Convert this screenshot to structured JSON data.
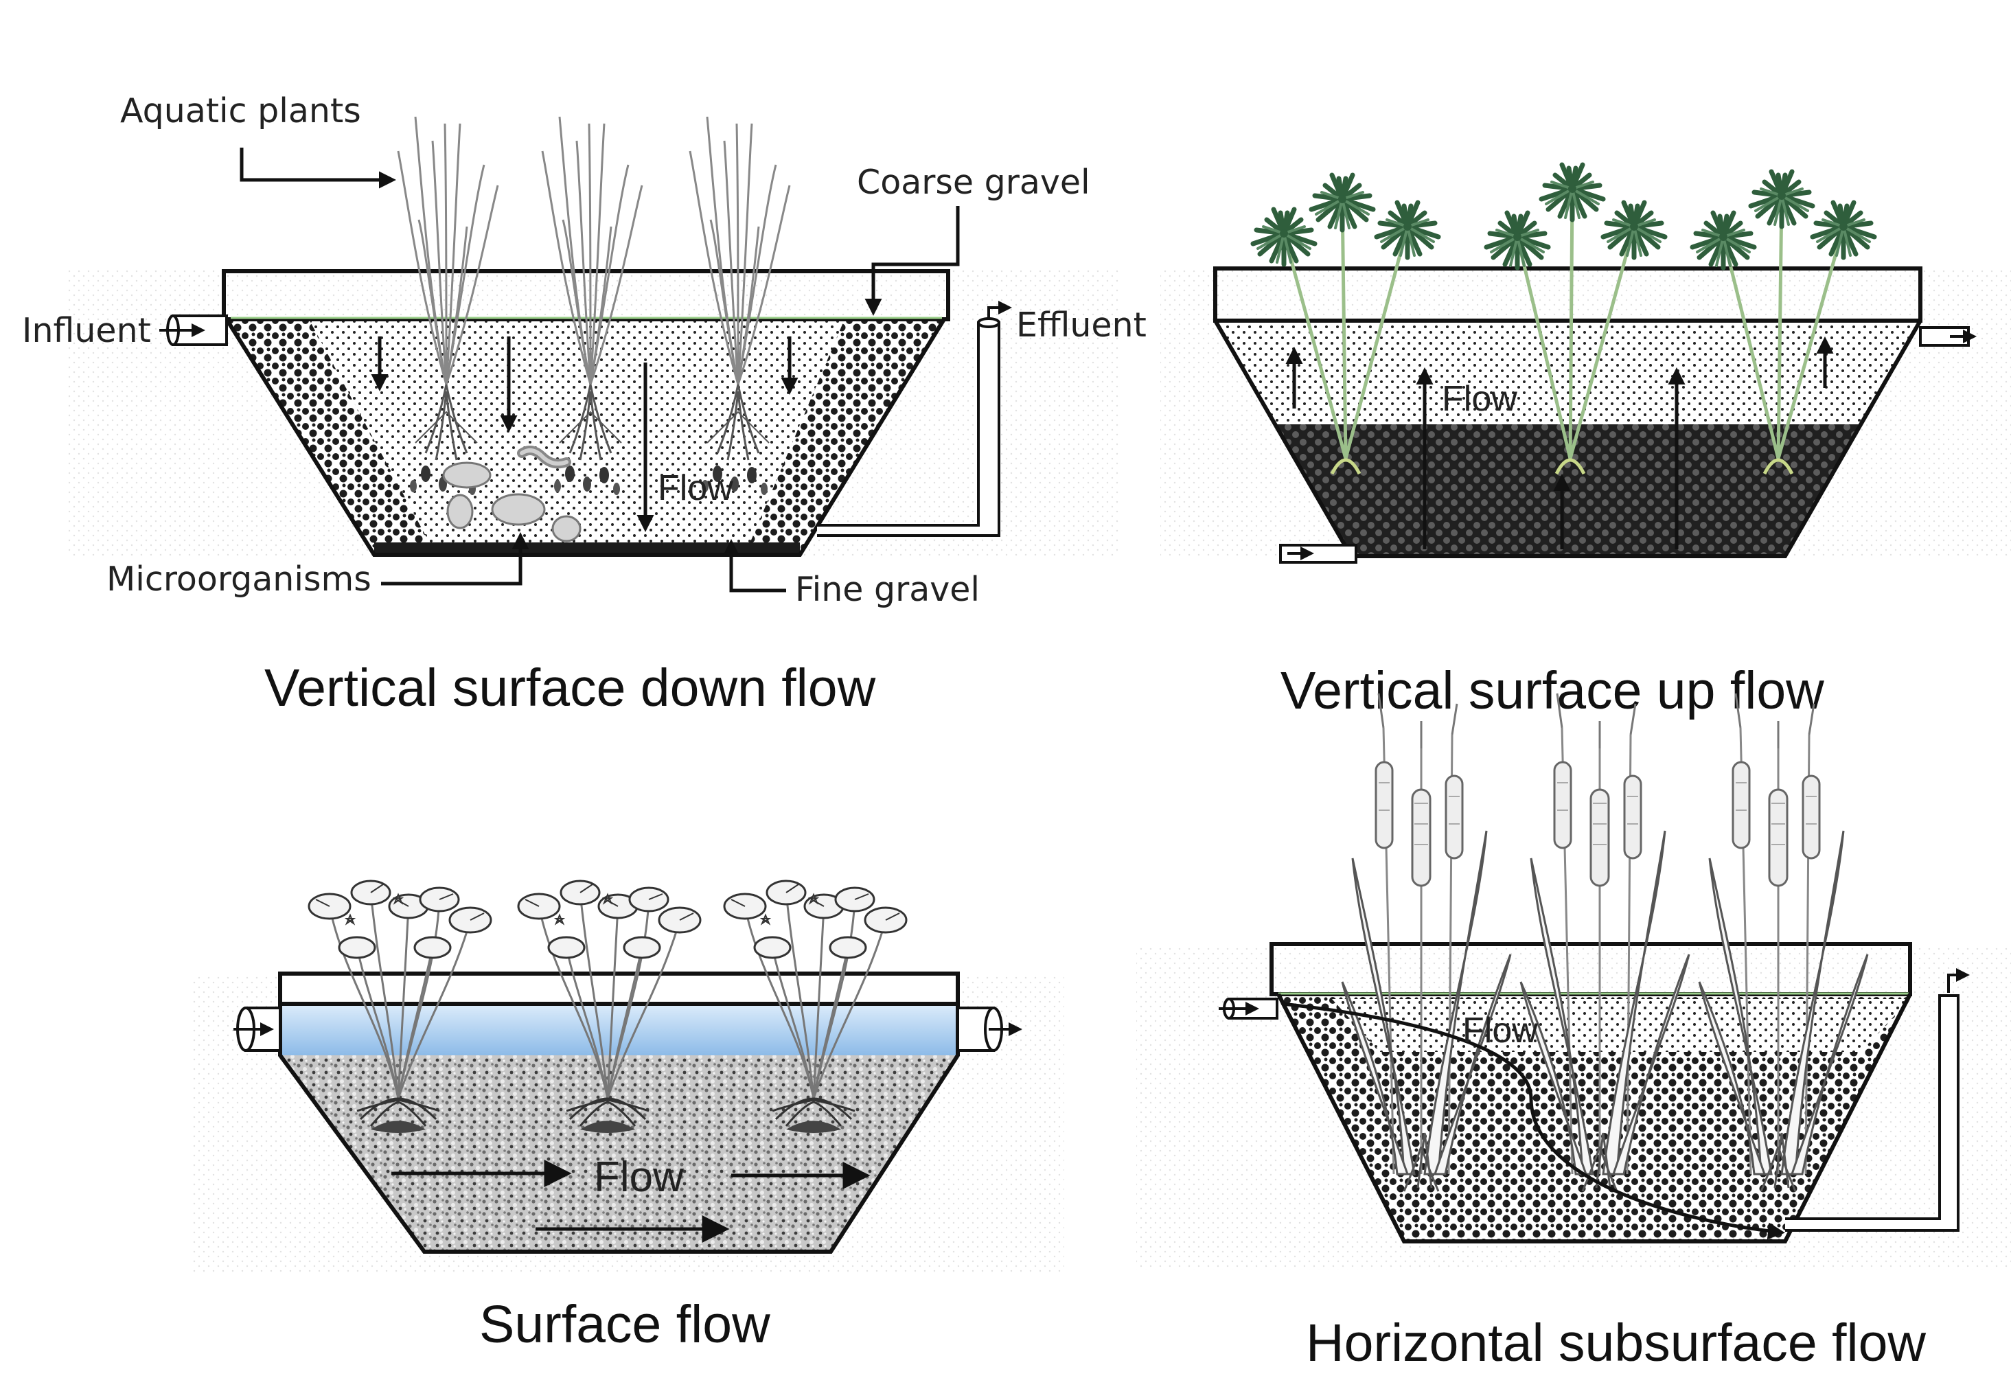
{
  "panels": {
    "down": {
      "title": "Vertical surface down flow",
      "flow": "Flow",
      "labels": {
        "aquatic_plants": "Aquatic plants",
        "coarse_gravel": "Coarse gravel",
        "influent": "Influent",
        "effluent": "Effluent",
        "microorganisms": "Microorganisms",
        "fine_gravel": "Fine gravel"
      }
    },
    "up": {
      "title": "Vertical surface up flow",
      "flow": "Flow"
    },
    "surface": {
      "title": "Surface flow",
      "flow": "Flow"
    },
    "horizontal": {
      "title": "Horizontal subsurface flow",
      "flow": "Flow"
    }
  },
  "colors": {
    "outline": "#111111",
    "water": "#a9cdef",
    "gravel_dark": "#202020",
    "gravel_light": "#bdbdbd",
    "plant_green": "#2f5e3c",
    "stem_green": "#9bbf8a",
    "plant_gray": "#8a8a8a"
  },
  "icons": {
    "plants_down": "reed-plant-icon",
    "plants_up": "papyrus-plant-icon",
    "plants_surface": "water-lily-icon",
    "plants_horizontal": "cattail-plant-icon"
  }
}
